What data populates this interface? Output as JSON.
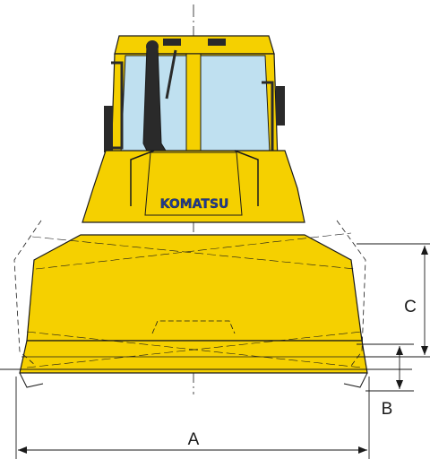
{
  "brand": "KOMATSU",
  "dimensions": {
    "a": "A",
    "b": "B",
    "c": "C"
  },
  "colors": {
    "body_yellow": "#f5d000",
    "body_shadow": "#d9b800",
    "glass": "#bfe0f0",
    "dark": "#2a2a2a",
    "outline": "#1a1a1a",
    "brand_blue": "#1f3a93"
  }
}
